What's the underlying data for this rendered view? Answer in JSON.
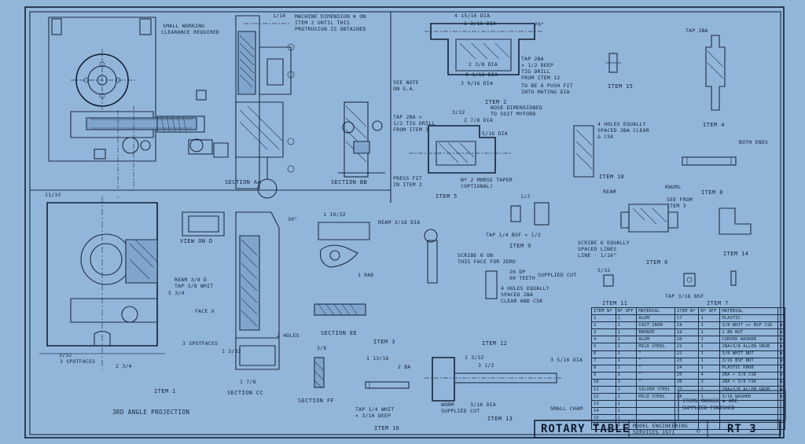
{
  "title_block": {
    "title": "ROTARY TABLE",
    "publisher_line1": "MODEL ENGINEERING",
    "publisher_line2": "SERVICES 1971",
    "copyright": "©",
    "drawing_no": "RT 3"
  },
  "projection_note": "3RD ANGLE PROJECTION",
  "footer_note": {
    "line1": "ITEMS MARKED ✱ ARE",
    "line2": "SUPPLIED FINISHED"
  },
  "item_labels": {
    "item1": "ITEM 1",
    "item2": "ITEM 2",
    "item3": "ITEM 3",
    "item4": "ITEM 4",
    "item5": "ITEM 5",
    "item6": "ITEM 6",
    "item7": "ITEM 7",
    "item8": "ITEM 8",
    "item9": "ITEM 9",
    "item10": "ITEM 10",
    "item11": "ITEM 11",
    "item12": "ITEM 12",
    "item13": "ITEM 13",
    "item14": "ITEM 14",
    "item15": "ITEM 15",
    "item16": "ITEM 16"
  },
  "section_labels": {
    "aa": "SECTION AA",
    "bb": "SECTION BB",
    "cc": "SECTION CC",
    "ee": "SECTION EE",
    "ff": "SECTION FF",
    "view_d": "VIEW ON D"
  },
  "notes": {
    "small_working": "SMALL WORKING",
    "clearance": "CLEARANCE REQUIRED",
    "machine_dim_1": "MACHINE DIMENSION ⊕ ON",
    "machine_dim_2": "ITEM 2 UNTIL THIS",
    "machine_dim_3": "PROTRUSION IS OBTAINED",
    "tap_1": "TAP 2BA",
    "tap_2": "× 1/2 DEEP",
    "tap_3": "TIG DRILL",
    "tap_4": "FROM ITEM 12",
    "push_fit_1": "TO BE A PUSH FIT",
    "push_fit_2": "INTO MATING DIA",
    "see_note_1": "SEE NOTE",
    "see_note_2": "ON G.A.",
    "nose_1": "NOSE DIMENSIONED",
    "nose_2": "TO SUIT MYFORD",
    "tap2ba_1": "TAP 2BA ×",
    "tap2ba_2": "1/2 TIG DRILL",
    "tap2ba_3": "FROM ITEM 3",
    "press_fit_1": "PRESS FIT",
    "press_fit_2": "IN ITEM 2",
    "morse_1": "Nº 2 MORSE TAPER",
    "morse_2": "(OPTIONAL)",
    "holes_10_1": "4 HOLES EQUALLY",
    "holes_10_2": "SPACED 2BA CLEAR",
    "holes_10_3": "& CSK",
    "both_ends": "BOTH ENDS",
    "tap_2ba_a": "TAP 2BA",
    "ream": "REAM",
    "knurl": "KNURL",
    "see_item3_1": "SEE FROM",
    "see_item3_2": "ITEM 3",
    "scribe_1": "SCRIBE 6 EQUALLY",
    "scribe_2": "SPACED LINES",
    "scribe_3": "LINE - 1/16\"",
    "tap_bsf": "TAP 1/4 BSF × 1/2",
    "tap_bsf2": "TAP 3/16 BSF",
    "ream_dia": "REAM 3/16 DIA",
    "ream_tap_1": "REAM 3/8 D",
    "ream_tap_2": "TAP 3/8 WHIT",
    "scribe_zero_1": "SCRIBE 0 ON",
    "scribe_zero_2": "THIS FACE FOR ZERO",
    "dp_1": "26 DP",
    "dp_2": "90 TEETH",
    "supplied_cut": "SUPPLIED CUT",
    "holes_8_1": "4 HOLES EQUALLY",
    "holes_8_2": "SPACED 2BA",
    "holes_8_3": "CLEAR AND CSK",
    "face_x": "FACE X",
    "spotfaces": "3 SPOTFACES",
    "spotfaces2": "3 SPOTFACES",
    "two_holes": "2 HOLES",
    "one_rad": "1 RAD",
    "worm_1": "WORM",
    "worm_2": "SUPPLIED CUT",
    "small_cham": "SMALL CHAM",
    "tap_whit_1": "TAP 1/4 WHIT",
    "tap_whit_2": "× 3/16 DEEP",
    "dia_316": "3/16 DIA",
    "dia_332": "3/32"
  },
  "bom": {
    "headers": [
      "ITEM Nº",
      "Nº OFF",
      "MATERIAL"
    ],
    "left_rows": [
      [
        "1",
        "1",
        "ALUM"
      ],
      [
        "2",
        "1",
        "CAST IRON"
      ],
      [
        "3",
        "1",
        "BRONZE"
      ],
      [
        "4",
        "1",
        "ALUM"
      ],
      [
        "5",
        "1",
        "MILD STEEL"
      ],
      [
        "6",
        "1",
        "\""
      ],
      [
        "7",
        "1",
        "\""
      ],
      [
        "8",
        "1",
        "\""
      ],
      [
        "9",
        "1",
        "\""
      ],
      [
        "10",
        "1",
        "\""
      ],
      [
        "11",
        "1",
        "SILVER STEEL"
      ],
      [
        "12",
        "1",
        "MILD STEEL"
      ],
      [
        "13",
        "1",
        ""
      ],
      [
        "14",
        "1",
        ""
      ],
      [
        "15",
        "1",
        ""
      ],
      [
        "16",
        "1",
        ""
      ]
    ],
    "right_rows": [
      [
        "17",
        "1",
        "PLASTIC",
        ""
      ],
      [
        "18",
        "1",
        "3/8 WHIT or BSF CSK",
        "✱"
      ],
      [
        "19",
        "1",
        "2 BA NUT",
        "✱"
      ],
      [
        "20",
        "1",
        "CURVED WASHER",
        "✱"
      ],
      [
        "21",
        "1",
        "2BA×3/8 ALLEN GRUB",
        "✱"
      ],
      [
        "22",
        "1",
        "3/8 WHIT NUT",
        "✱"
      ],
      [
        "23",
        "1",
        "3/16 BSF NUT",
        "✱"
      ],
      [
        "24",
        "1",
        "PLASTIC KNOB",
        "✱"
      ],
      [
        "25",
        "4",
        "2BA × 3/8 CSK",
        "✱"
      ],
      [
        "26",
        "3",
        "2BA × 3/8 CSK",
        "✱"
      ],
      [
        "27",
        "1",
        "2BA×3/8 ALLEN GRUB",
        "✱"
      ],
      [
        "28",
        "1",
        "3/16 WASHER",
        "✱"
      ]
    ]
  },
  "dims": {
    "d1": "4 15/16 DIA",
    "d2": "1 3/16 DIA",
    "d3": "2 3/8 DIA",
    "d4": "3 9/16 DIA",
    "d5": "3 1/16 DIA",
    "d6": "2 7/8 DIA",
    "d7": "1/16",
    "d8": "3/32",
    "d9": "30°",
    "d10": "70°",
    "d11": "11/32",
    "d12": "2 3/4",
    "d13": "1 3/32",
    "d14": "1 19/32",
    "d15": "5 3/4",
    "d16": "3 1/2",
    "d17": "1 3/32",
    "d18": "1 7/8",
    "d19": "3 5/16 DIA",
    "d20": "5/16 DIA",
    "d21": "1 13/16",
    "d22": "2 BA",
    "d23": "3/8",
    "d24": "1/2",
    "d25": "5/32"
  }
}
